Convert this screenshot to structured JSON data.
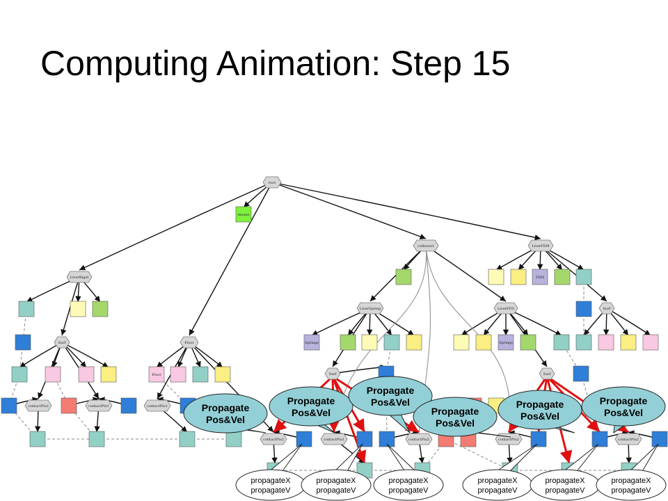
{
  "slide": {
    "title": "Computing Animation: Step 15"
  },
  "colors": {
    "blue": "#2f7ed8",
    "teal": "#92d0c6",
    "pink": "#f9c8e2",
    "lightyellow": "#fdfbb5",
    "yellow": "#fbee82",
    "green": "#a4d86c",
    "salmon": "#f47c72",
    "lavender": "#b7b3dc",
    "lime": "#7ff03c",
    "hexagon": "#d6d6d6",
    "callout": "#93cfd6",
    "redEdge": "#e01010"
  },
  "nodes": {
    "root": "root",
    "mouse": "mouse",
    "liverRigid": "LiverRigid",
    "surfLeft": "Surf",
    "floor": "Floor",
    "floorBox": "Floor",
    "cp2a": "contactPts2",
    "cp1a": "contactPts1",
    "cp1b": "contactPts1",
    "collision": "collision1",
    "liverSpring": "LiverSpring",
    "springs1": "Springs",
    "surfMid": "Surf",
    "cp2b": "contactPts2",
    "cp1c": "contactPts1",
    "cp2c": "contactPts2",
    "liverFEM": "LiverFEM",
    "fem": "FEM",
    "surfFEM": "Surf",
    "liverFFD": "LiverFFD",
    "springs2": "Springs",
    "surfFFD": "Surf",
    "cp2d": "contactPts2",
    "cp2e": "contactPts2"
  },
  "callouts": {
    "propagate": [
      "Propagate\nPos&Vel",
      "Propagate\nPos&Vel",
      "Propagate\nPos&Vel",
      "Propagate\nPos&Vel",
      "Propagate\nPos&Vel",
      "Propagate\nPos&Vel"
    ],
    "bottom": [
      "propagateX\npropagateV",
      "propagateX\npropagateV",
      "propagateX\npropagateV",
      "propagateX\npropagateV",
      "propagateX\npropagateV",
      "propagateX\npropagateV"
    ]
  }
}
